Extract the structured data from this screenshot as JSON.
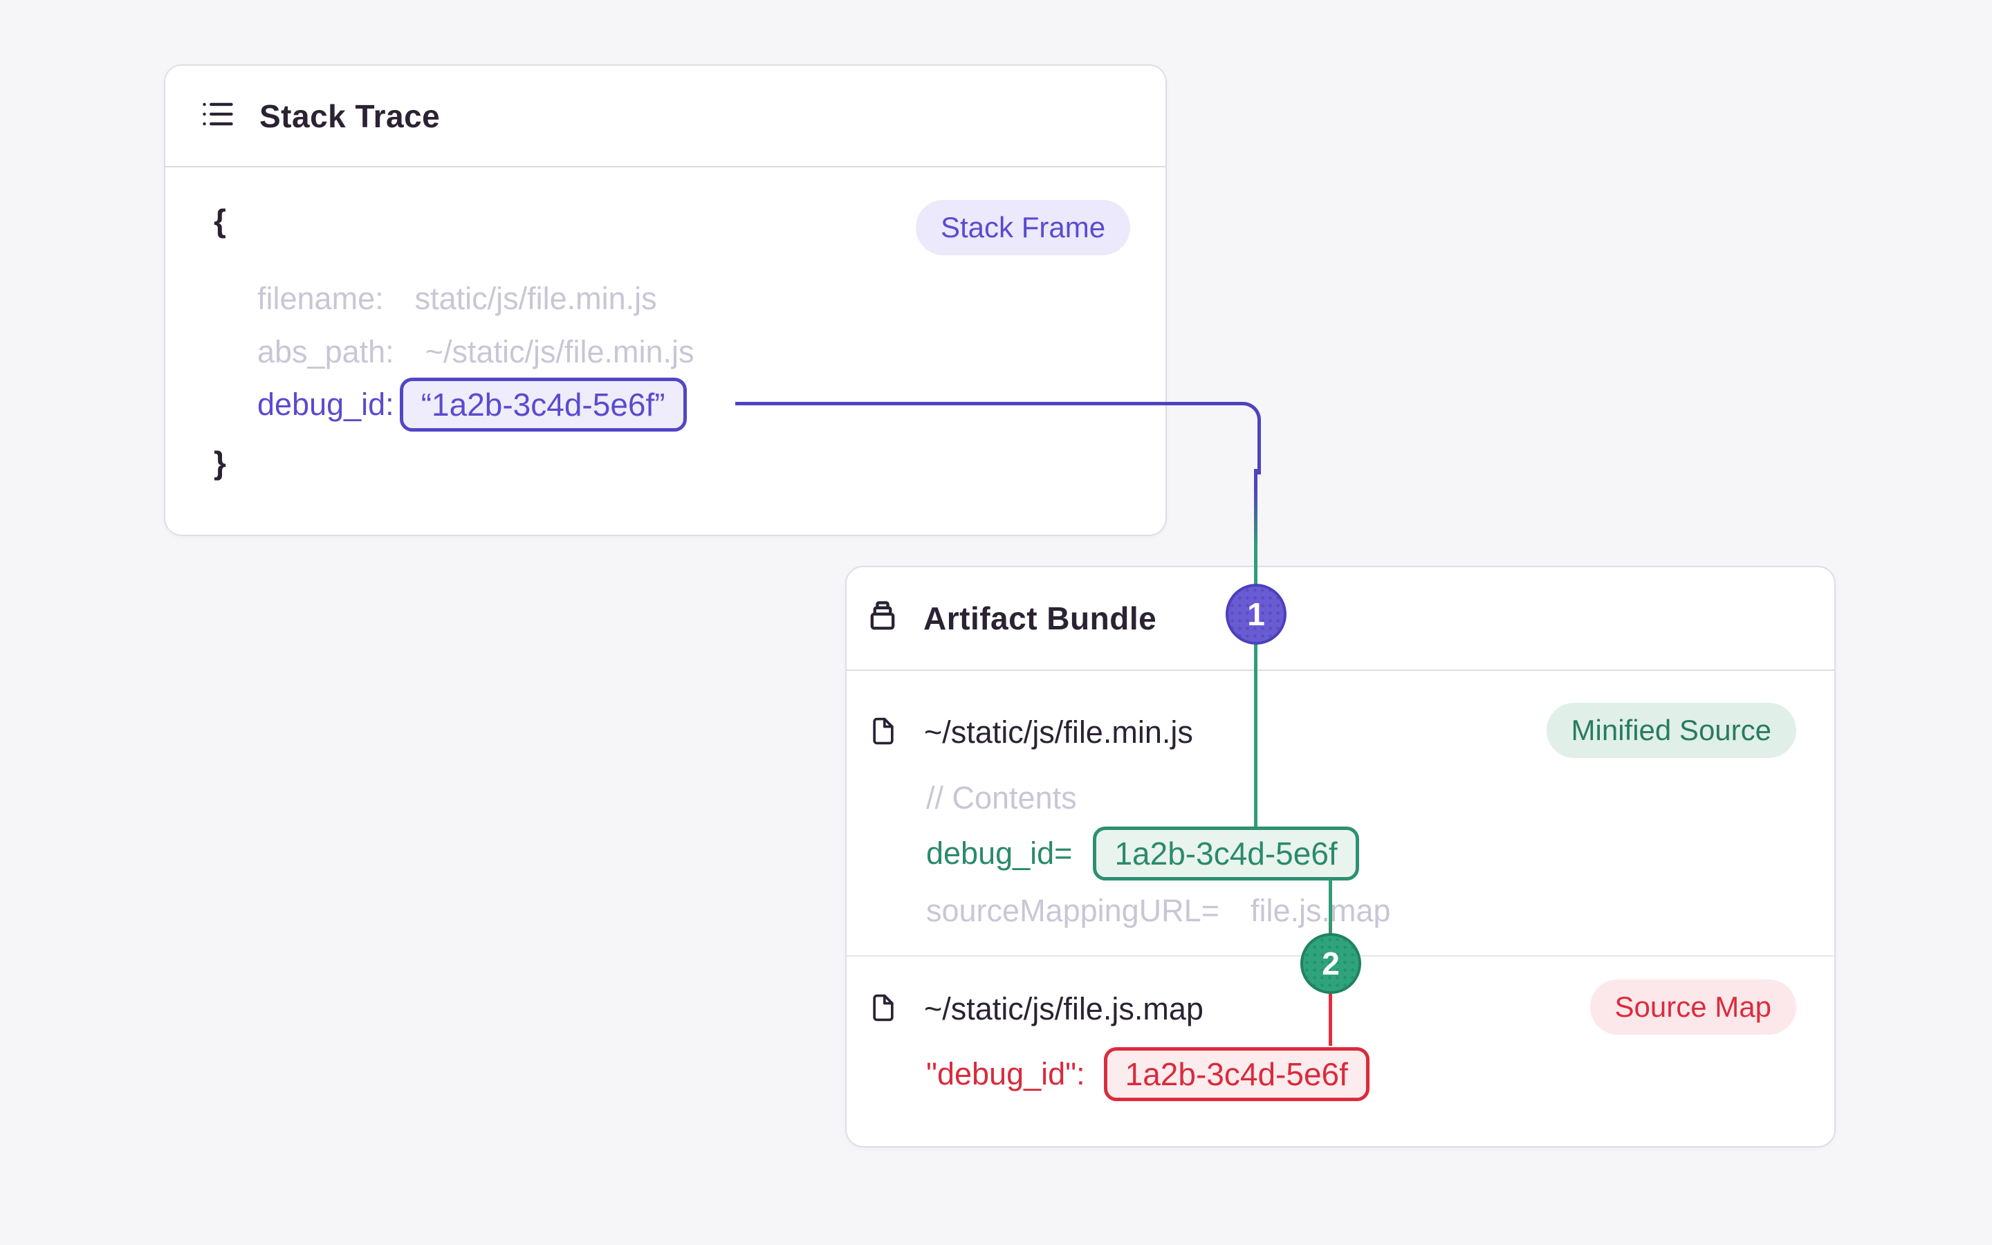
{
  "colors": {
    "background": "#f6f6f9",
    "card_border": "#dfdde7",
    "text_dark": "#2b2233",
    "text_muted": "#c9c6d6",
    "accent_purple": "#5246c6",
    "accent_green": "#2e9070",
    "accent_red": "#dc2b3d"
  },
  "stack_trace": {
    "title": "Stack Trace",
    "badge_label": "Stack Frame",
    "open_brace": "{",
    "close_brace": "}",
    "fields": [
      {
        "key": "filename:",
        "value": "static/js/file.min.js"
      },
      {
        "key": "abs_path:",
        "value": "~/static/js/file.min.js"
      },
      {
        "key": "debug_id:",
        "value": "“1a2b-3c4d-5e6f”"
      }
    ]
  },
  "artifact_bundle": {
    "title": "Artifact Bundle",
    "minified_file": {
      "path": "~/static/js/file.min.js",
      "badge_label": "Minified Source",
      "comment": "// Contents",
      "debug_key": "debug_id=",
      "debug_value": "1a2b-3c4d-5e6f",
      "mapping_key": "sourceMappingURL=",
      "mapping_value": "file.js.map"
    },
    "sourcemap_file": {
      "path": "~/static/js/file.js.map",
      "badge_label": "Source Map",
      "debug_key": "\"debug_id\":",
      "debug_value": "1a2b-3c4d-5e6f"
    }
  },
  "connectors": {
    "step1_label": "1",
    "step2_label": "2"
  }
}
